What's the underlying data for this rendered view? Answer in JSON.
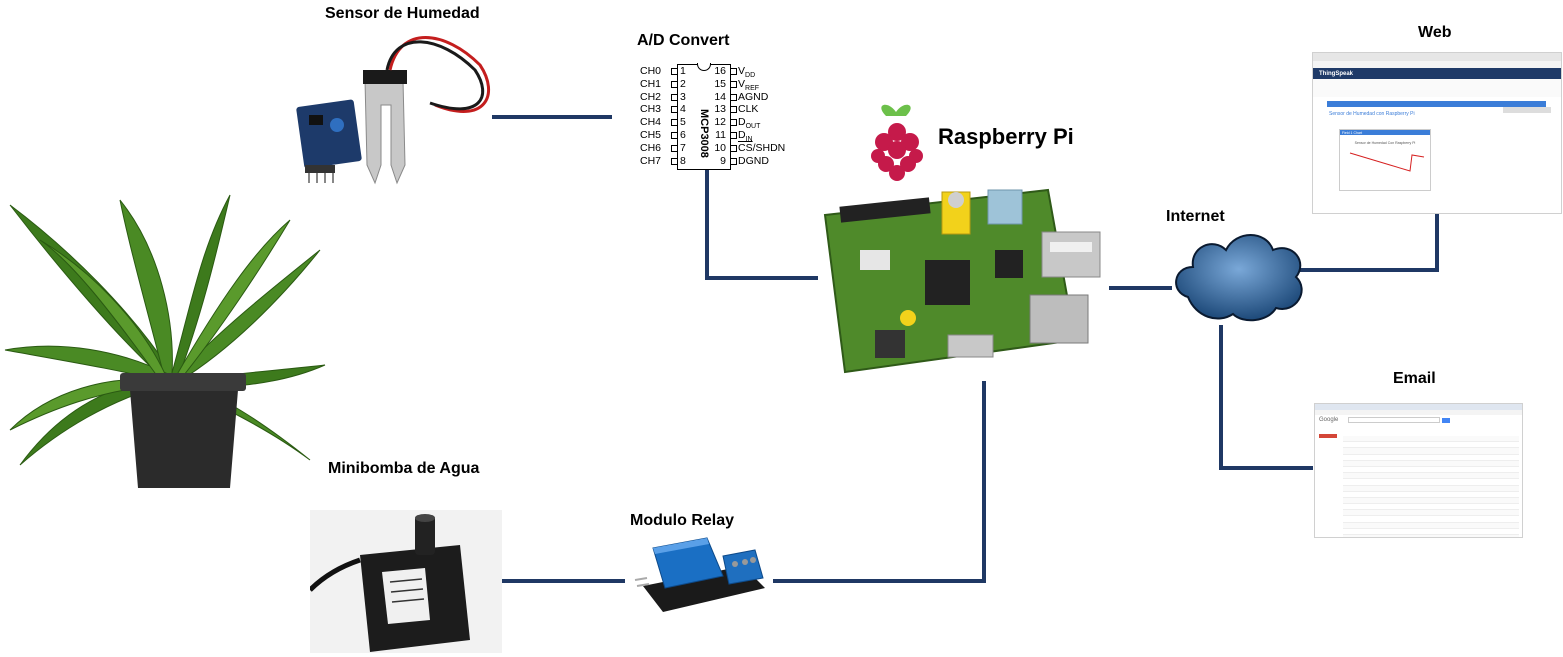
{
  "labels": {
    "sensor": "Sensor de Humedad",
    "adc": "A/D Convert",
    "raspberry": "Raspberry Pi",
    "web": "Web",
    "internet": "Internet",
    "email": "Email",
    "pump": "Minibomba de Agua",
    "relay": "Modulo Relay"
  },
  "chip": {
    "name": "MCP3008",
    "left_pins": [
      {
        "name": "CH0",
        "num": "1"
      },
      {
        "name": "CH1",
        "num": "2"
      },
      {
        "name": "CH2",
        "num": "3"
      },
      {
        "name": "CH3",
        "num": "4"
      },
      {
        "name": "CH4",
        "num": "5"
      },
      {
        "name": "CH5",
        "num": "6"
      },
      {
        "name": "CH6",
        "num": "7"
      },
      {
        "name": "CH7",
        "num": "8"
      }
    ],
    "right_pins": [
      {
        "num": "16",
        "name": "V",
        "sub": "DD",
        "over": ""
      },
      {
        "num": "15",
        "name": "V",
        "sub": "REF",
        "over": ""
      },
      {
        "num": "14",
        "name": "AGND",
        "sub": "",
        "over": ""
      },
      {
        "num": "13",
        "name": "CLK",
        "sub": "",
        "over": ""
      },
      {
        "num": "12",
        "name": "D",
        "sub": "OUT",
        "over": ""
      },
      {
        "num": "11",
        "name": "D",
        "sub": "IN",
        "over": ""
      },
      {
        "num": "10",
        "name": "/SHDN",
        "sub": "",
        "over": "CS"
      },
      {
        "num": "9",
        "name": "DGND",
        "sub": "",
        "over": ""
      }
    ]
  },
  "web_shot": {
    "brand": "ThingSpeak",
    "page_title": "Sensor de Humedad con Raspberry Pi",
    "field_title": "Field 1 Chart",
    "chart_title": "Sensor de Humedad Con Raspberry Pi"
  },
  "email_shot": {
    "brand": "Google"
  },
  "colors": {
    "wire": "#1f3864",
    "board": "#4f8a2a",
    "raspberry": "#c51a4a",
    "leaf": "#3d7a1c",
    "pot": "#2b2b2b",
    "cloud": "#2e5c8a",
    "relay_blue": "#1a6fc4"
  }
}
